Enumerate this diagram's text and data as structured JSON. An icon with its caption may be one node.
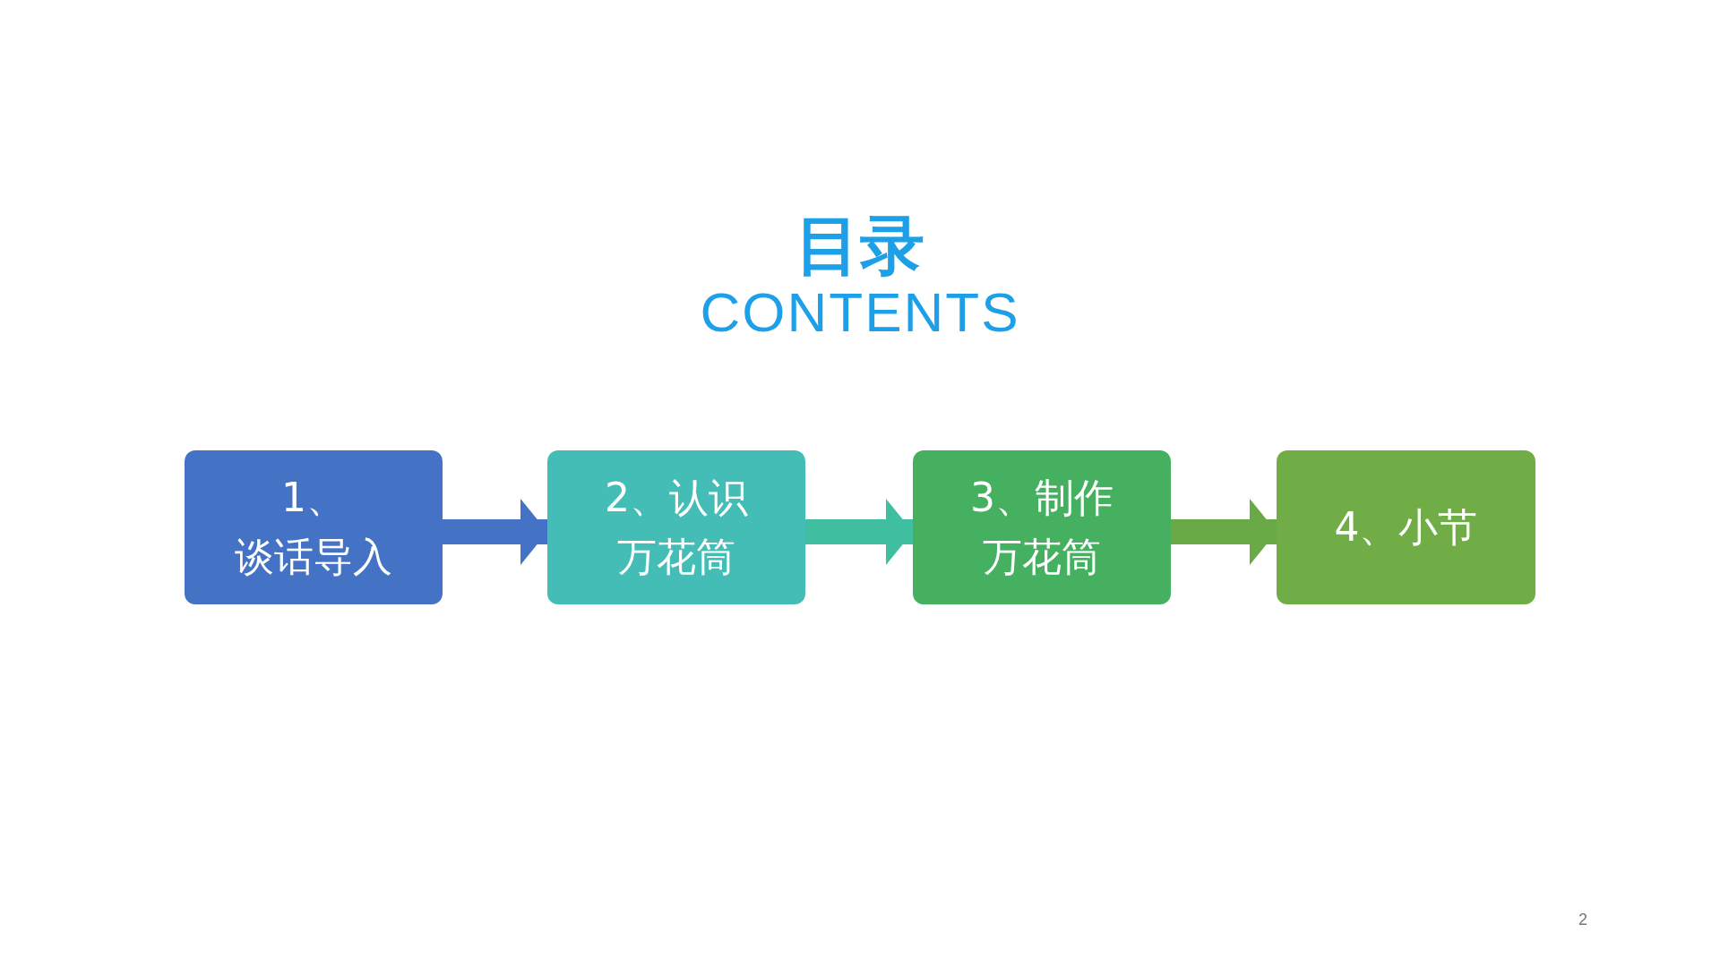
{
  "diagram": {
    "title": "目录",
    "nodes": [
      {
        "text": [
          "1、谈话导入"
        ]
      },
      {
        "text": [
          "2、认识万花筒"
        ]
      },
      {
        "text": [
          "3、制作万花筒"
        ]
      },
      {
        "text": [
          "4、小节"
        ]
      }
    ],
    "edges": [
      {
        "from": 0,
        "to": 1,
        "arrow": "to",
        "color": "#4472c4"
      },
      {
        "from": 1,
        "to": 2,
        "arrow": "to",
        "color": "#3fbfa0"
      },
      {
        "from": 2,
        "to": 3,
        "arrow": "to",
        "color": "#6aaa46"
      }
    ],
    "labels": [
      "CONTENTS",
      "2"
    ]
  }
}
